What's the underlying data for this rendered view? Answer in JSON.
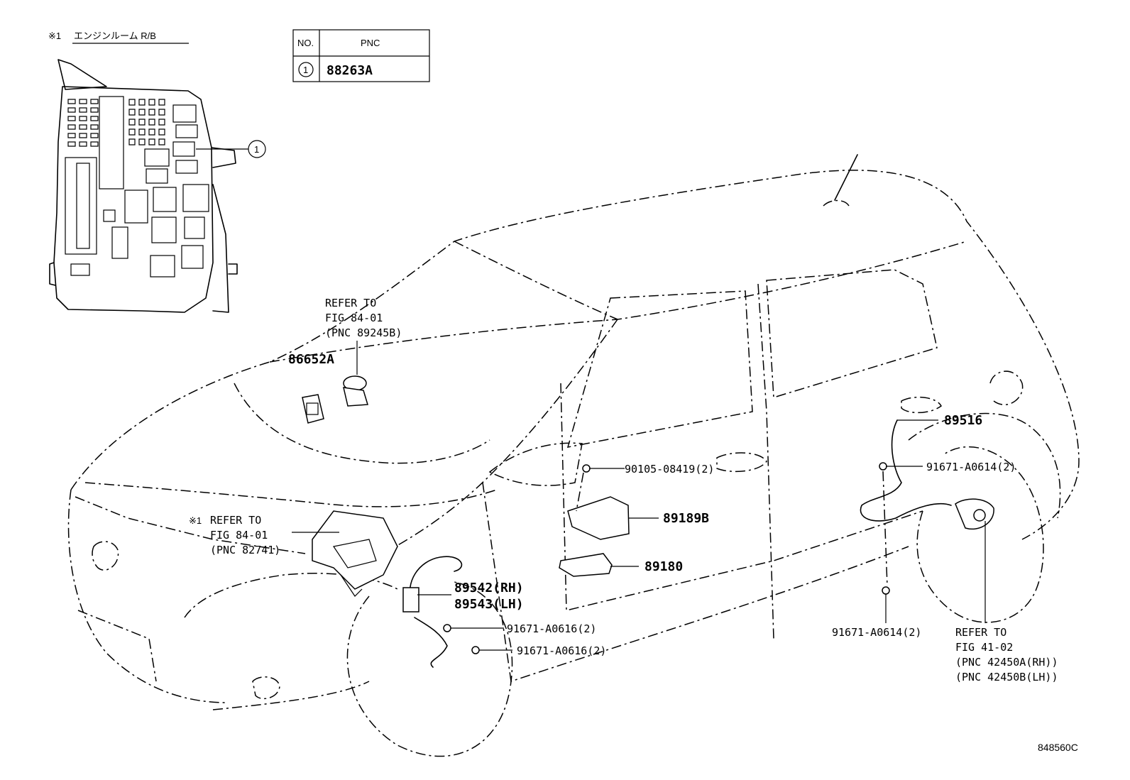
{
  "figure_id": "848560C",
  "note": {
    "mark": "※1",
    "text": "エンジンルーム R/B"
  },
  "table": {
    "headers": [
      "NO.",
      "PNC"
    ],
    "rows": [
      {
        "no": "1",
        "pnc": "88263A"
      }
    ]
  },
  "callout_number": "1",
  "labels": {
    "refer_1": [
      "REFER TO",
      "FIG 84-01",
      "(PNC 89245B)"
    ],
    "refer_2_mark": "※1",
    "refer_2": [
      "REFER TO",
      "FIG 84-01",
      "(PNC 82741)"
    ],
    "refer_3": [
      "REFER TO",
      "FIG 41-02",
      "(PNC 42450A(RH))",
      "(PNC 42450B(LH))"
    ],
    "p86652A": "86652A",
    "p89516": "89516",
    "p91671_a0614_a": "91671-A0614(2)",
    "p90105_08419": "90105-08419(2)",
    "p89189B": "89189B",
    "p89180": "89180",
    "p89542": "89542(RH)",
    "p89543": "89543(LH)",
    "p91671_a0616_a": "91671-A0616(2)",
    "p91671_a0616_b": "91671-A0616(2)",
    "p91671_a0614_b": "91671-A0614(2)"
  }
}
